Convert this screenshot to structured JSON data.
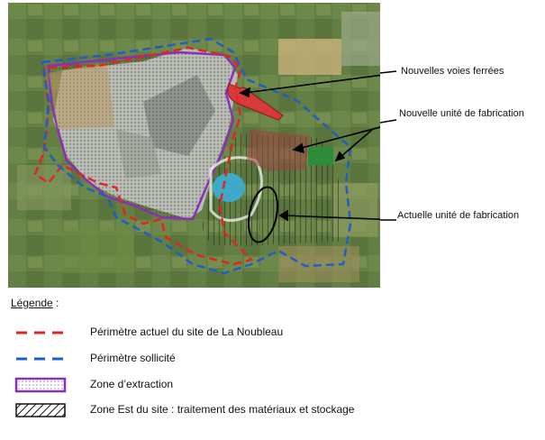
{
  "callouts": {
    "railway": "Nouvelles voies ferrées",
    "new_plant": "Nouvelle unité de fabrication",
    "current_plant": "Actuelle unité de fabrication"
  },
  "legend": {
    "title": "Légende",
    "title_suffix": " :",
    "items": [
      {
        "label": "Périmètre actuel du site de La Noubleau",
        "symbol": "red-dashed-line",
        "color": "#e0261f"
      },
      {
        "label": "Périmètre sollicité",
        "symbol": "blue-dashed-line",
        "color": "#1f5fc4"
      },
      {
        "label": "Zone d’extraction",
        "symbol": "purple-dotted-box",
        "color": "#8a2fb8"
      },
      {
        "label": "Zone Est du site : traitement des matériaux et stockage",
        "symbol": "hatched-box",
        "color": "#000000"
      }
    ]
  },
  "colors": {
    "rail_red": "#d83a3a",
    "plant_green": "#2e8b3a",
    "water": "#3fa9c9"
  }
}
